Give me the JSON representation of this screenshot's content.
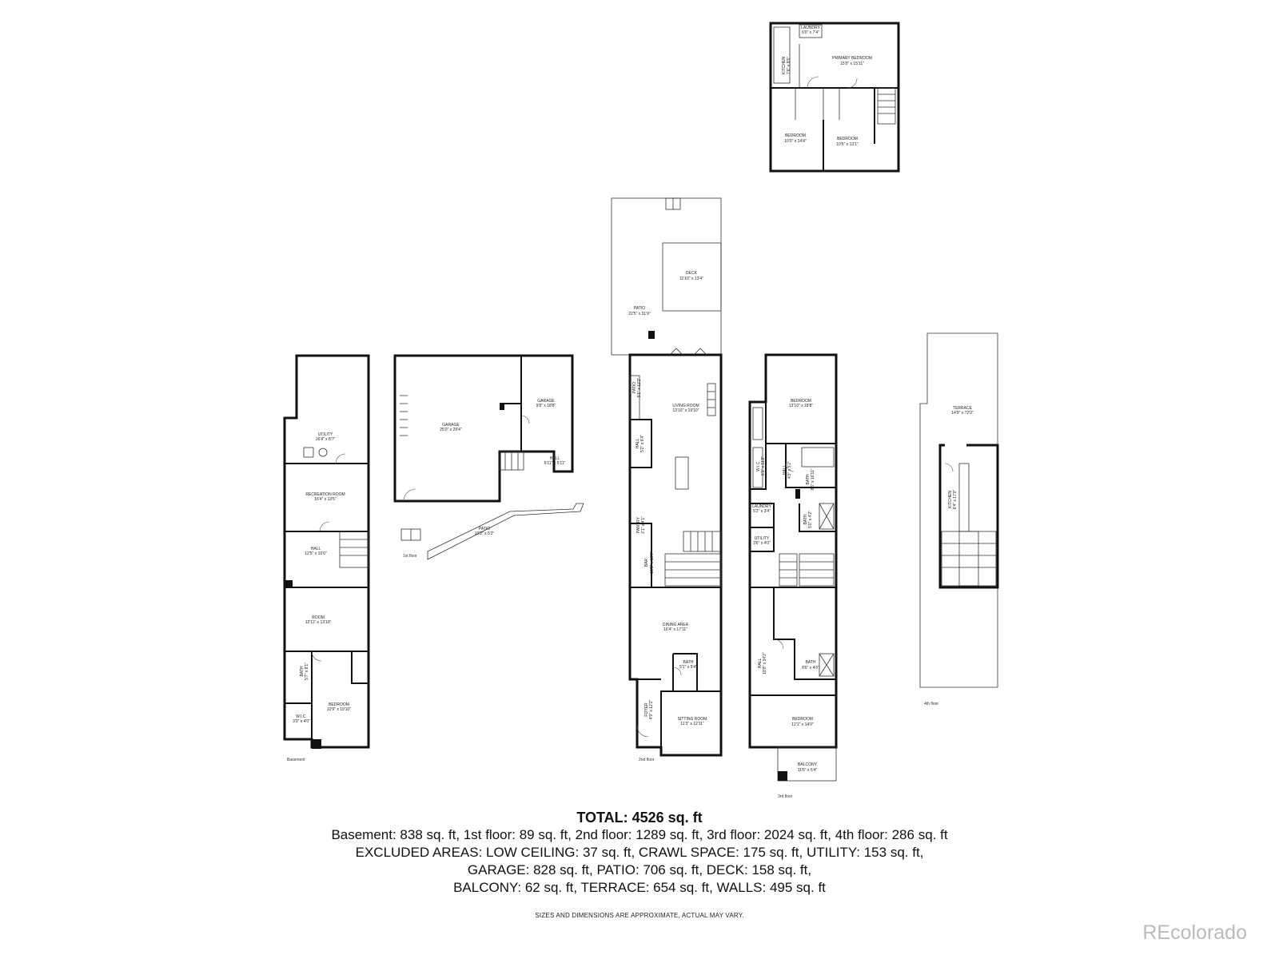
{
  "floors": {
    "basement": {
      "label": "Basement",
      "rooms": [
        {
          "name": "UTILITY",
          "dim": "16'4\" x 8'7\""
        },
        {
          "name": "RECREATION ROOM",
          "dim": "16'4\" x 13'5\""
        },
        {
          "name": "HALL",
          "dim": "12'5\" x 10'0\""
        },
        {
          "name": "ROOM",
          "dim": "12'11\" x 13'10\""
        },
        {
          "name": "BATH",
          "dim": "5'7\" x 8'1\""
        },
        {
          "name": "BEDROOM",
          "dim": "10'9\" x 19'10\""
        },
        {
          "name": "W.I.C.",
          "dim": "3'3\" x 4'0\""
        }
      ]
    },
    "first": {
      "label": "1st floor",
      "rooms": [
        {
          "name": "GARAGE",
          "dim": "25'0\" x 29'4\""
        },
        {
          "name": "GARAGE",
          "dim": "9'8\" x 18'8\""
        },
        {
          "name": "HALL",
          "dim": "6'11\" x 5'11\""
        },
        {
          "name": "PATIO",
          "dim": "10'2\" x 5'2\""
        }
      ]
    },
    "second": {
      "label": "2nd floor",
      "rooms": [
        {
          "name": "DECK",
          "dim": "11'10\" x 13'4\""
        },
        {
          "name": "PATIO",
          "dim": "22'5\" x 31'9\""
        },
        {
          "name": "PATIO",
          "dim": "5'1\" x 12'2\""
        },
        {
          "name": "LIVING ROOM",
          "dim": "13'10\" x 19'10\""
        },
        {
          "name": "HALL",
          "dim": "5'2\" x 9'4\""
        },
        {
          "name": "PANTRY",
          "dim": "3'1\" x 4'1\""
        },
        {
          "name": "BAR",
          "dim": "15'9\" x 10'7\""
        },
        {
          "name": "DINING AREA",
          "dim": "16'4\" x 17'11\""
        },
        {
          "name": "BATH",
          "dim": "5'1\" x 5'4\""
        },
        {
          "name": "FOYER",
          "dim": "4'9\" x 12'2\""
        },
        {
          "name": "SITTING ROOM",
          "dim": "11'3\" x 12'11\""
        }
      ]
    },
    "third": {
      "label": "3rd floor",
      "rooms": [
        {
          "name": "BEDROOM",
          "dim": "13'10\" x 18'8\""
        },
        {
          "name": "W.I.C.",
          "dim": "6'1\" x 11'2\""
        },
        {
          "name": "HALL",
          "dim": "4'3\" x 5'2\""
        },
        {
          "name": "BATH",
          "dim": "8'6\" x 16'11\""
        },
        {
          "name": "LAUNDRY",
          "dim": "5'2\" x 3'4\""
        },
        {
          "name": "BATH",
          "dim": "5'0\" x 4'2\""
        },
        {
          "name": "UTILITY",
          "dim": "3'6\" x 4'0\""
        },
        {
          "name": "HALL",
          "dim": "18'8\" x 34'2\""
        },
        {
          "name": "BATH",
          "dim": "8'6\" x 4'6\""
        },
        {
          "name": "BEDROOM",
          "dim": "12'1\" x 14'0\""
        },
        {
          "name": "BALCONY",
          "dim": "11'6\" x 5'4\""
        }
      ]
    },
    "fourth": {
      "label": "4th floor",
      "rooms": [
        {
          "name": "TERRACE",
          "dim": "14'9\" x 72'0\""
        },
        {
          "name": "KITCHEN",
          "dim": "6'4\" x 17'0\""
        }
      ]
    },
    "upper_inset": {
      "rooms": [
        {
          "name": "LAUNDRY",
          "dim": "6'0\" x 7'4\""
        },
        {
          "name": "KITCHEN",
          "dim": "7'6\" x 9'5\""
        },
        {
          "name": "PRIMARY BEDROOM",
          "dim": "15'0\" x 15'11\""
        },
        {
          "name": "BEDROOM",
          "dim": "10'0\" x 14'4\""
        },
        {
          "name": "BEDROOM",
          "dim": "10'5\" x 13'1\""
        }
      ]
    }
  },
  "summary": {
    "total": "TOTAL: 4526 sq. ft",
    "lines": [
      "Basement: 838 sq. ft, 1st floor: 89 sq. ft, 2nd floor: 1289 sq. ft, 3rd floor: 2024 sq. ft, 4th floor: 286 sq. ft",
      "EXCLUDED AREAS: LOW CEILING: 37 sq. ft, CRAWL SPACE: 175 sq. ft, UTILITY: 153 sq. ft,",
      "GARAGE: 828 sq. ft, PATIO: 706 sq. ft, DECK: 158 sq. ft,",
      "BALCONY: 62 sq. ft, TERRACE: 654 sq. ft, WALLS: 495 sq. ft"
    ]
  },
  "disclaimer": "SIZES AND DIMENSIONS ARE APPROXIMATE, ACTUAL MAY VARY.",
  "logo": "REcolorado"
}
